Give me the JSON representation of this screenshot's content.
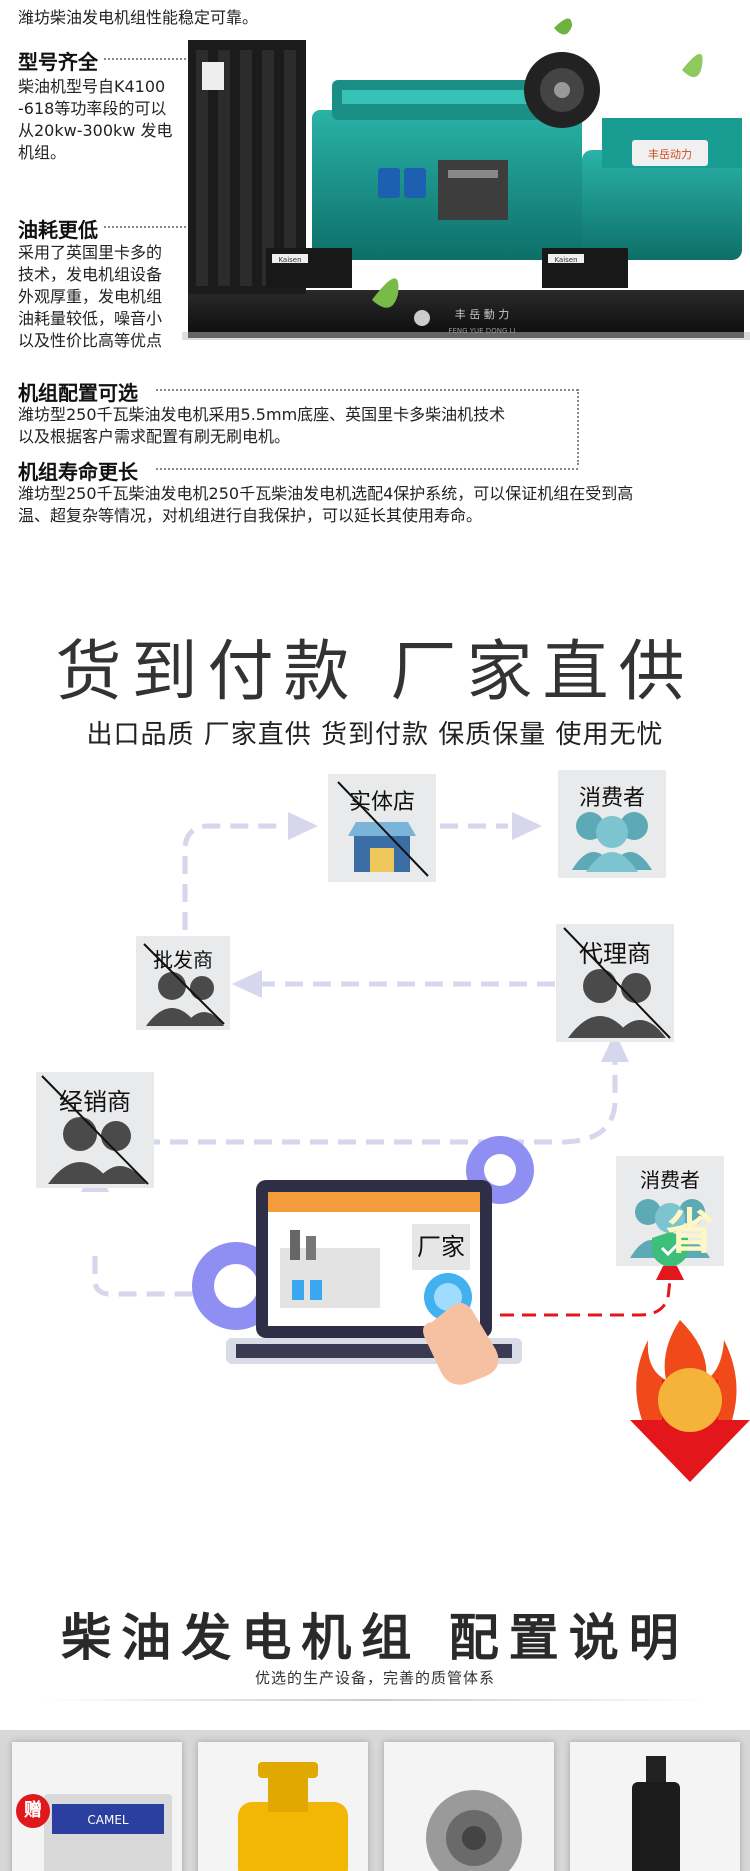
{
  "intro": "潍坊柴油发电机组性能稳定可靠。",
  "features": [
    {
      "title": "型号齐全",
      "lines": [
        "柴油机型号自K4100",
        "-618等功率段的可以",
        "从20kw-300kw 发电",
        "机组。"
      ]
    },
    {
      "title": "油耗更低",
      "lines": [
        "采用了英国里卡多的",
        "技术，发电机组设备",
        "外观厚重，发电机组",
        "油耗量较低，噪音小",
        "以及性价比高等优点"
      ]
    },
    {
      "title": "机组配置可选",
      "lines": [
        "潍坊型250千瓦柴油发电机采用5.5mm底座、英国里卡多柴油机技术",
        "以及根据客户需求配置有刷无刷电机。"
      ]
    },
    {
      "title": "机组寿命更长",
      "lines": [
        "潍坊型250千瓦柴油发电机250千瓦柴油发电机选配4保护系统，可以保证机组在受到高",
        "温、超复杂等情况，对机组进行自我保护，可以延长其使用寿命。"
      ]
    }
  ],
  "genset_brand": "丰岳动力",
  "genset_logo_text": "丰 岳 動 力",
  "genset_logo_sub": "FENG YUE DONG LI",
  "panel_brand": "Kaisen",
  "headline": "货到付款  厂家直供",
  "subline": "出口品质 厂家直供 货到付款 保质保量 使用无忧",
  "flow": {
    "store": "实体店",
    "consumer_top": "消费者",
    "wholesaler": "批发商",
    "agent": "代理商",
    "dealer": "经销商",
    "consumer_right": "消费者",
    "factory": "厂家",
    "save": "省"
  },
  "colors": {
    "teal": "#1fa39a",
    "flow_line": "#d6d6ec",
    "gear": "#8f8ef2",
    "red": "#e3161b"
  },
  "config_title": "柴油发电机组 配置说明",
  "config_sub": "优选的生产设备，完善的质管体系",
  "cards": {
    "gift_label": "赠",
    "battery_brand": "CAMEL"
  }
}
